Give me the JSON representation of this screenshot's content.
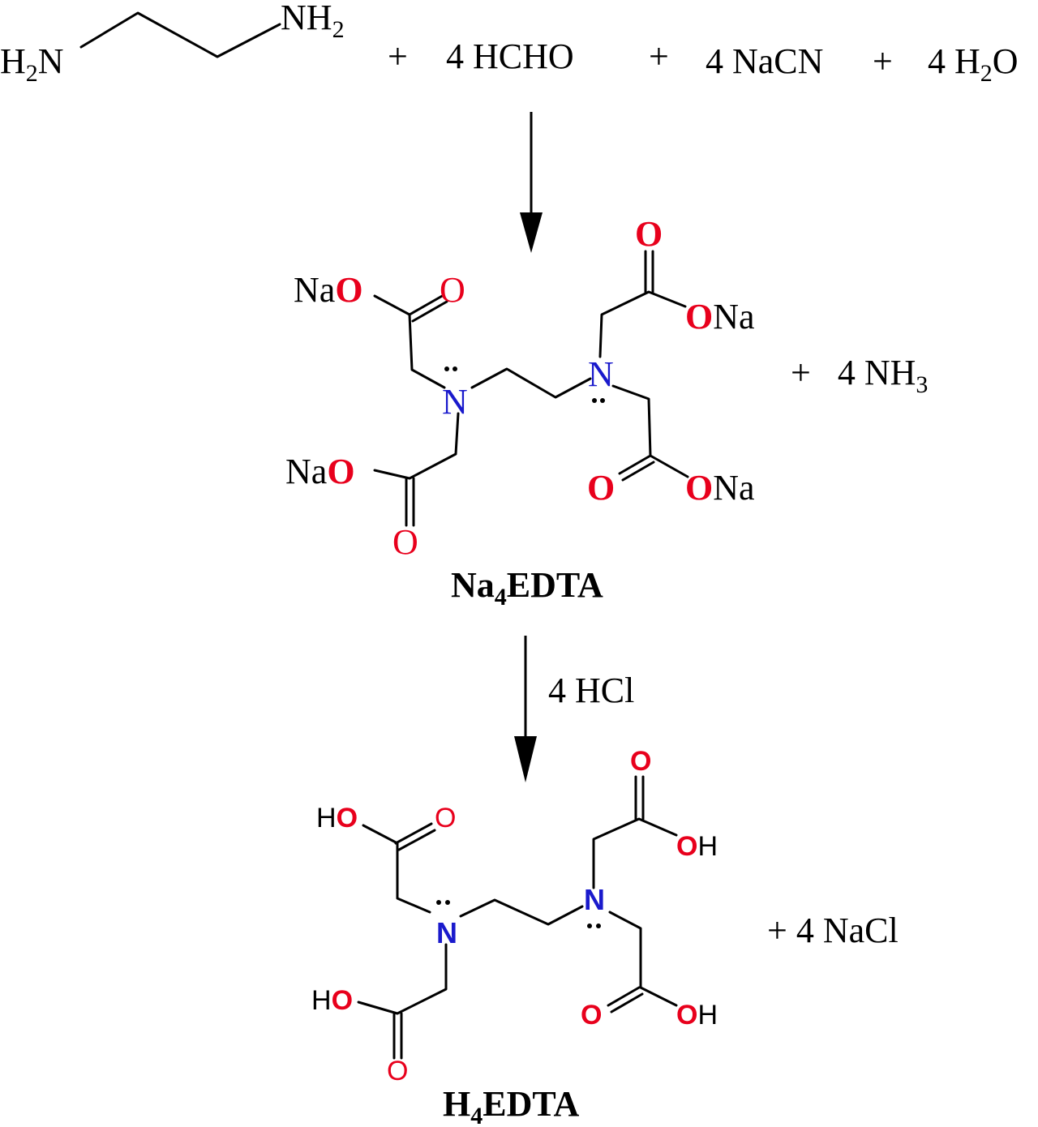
{
  "reactants": {
    "h2n": "H",
    "h2n_sub": "2",
    "h2n_tail": "N",
    "nh2": "NH",
    "nh2_sub": "2",
    "plus": "+",
    "hcho": "4 HCHO",
    "nacn": "4 NaCN",
    "water_a": "4 H",
    "water_sub": "2",
    "water_b": "O"
  },
  "step1": {
    "byproduct_a": "+   4 NH",
    "byproduct_sub": "3",
    "label_a": "Na",
    "label_sub": "4",
    "label_b": "EDTA"
  },
  "step2": {
    "reagent": "4 HCl",
    "byproduct": "+ 4 NaCl",
    "label_a": "H",
    "label_sub": "4",
    "label_b": "EDTA"
  },
  "atoms": {
    "na": "Na",
    "o": "O",
    "n": "N",
    "h": "H"
  },
  "colors": {
    "oxygen": "#e8001c",
    "nitrogen": "#1a1acc",
    "text": "#000000"
  }
}
